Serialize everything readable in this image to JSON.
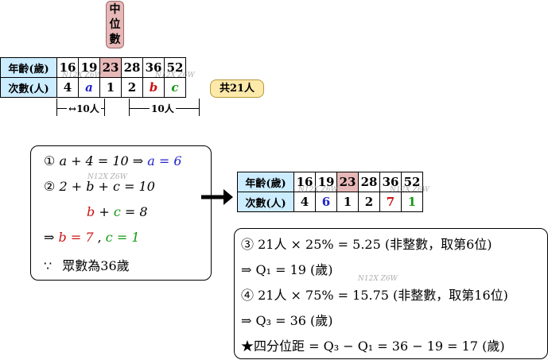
{
  "median_tag": [
    "中",
    "位",
    "數"
  ],
  "table_top": {
    "row1_header": "年齡(歲)",
    "ages": [
      "16",
      "19",
      "23",
      "28",
      "36",
      "52"
    ],
    "row2_header": "次數(人)",
    "counts": [
      "4",
      "a",
      "1",
      "2",
      "b",
      "c"
    ]
  },
  "total_tag": "共21人",
  "span_left": "10人",
  "span_right": "10人",
  "box_left": {
    "line1_num": "①",
    "line1": "a + 4 = 10",
    "line1_implies": "⇒",
    "line1_result": "a = 6",
    "line2_num": "②",
    "line2": "2 + b + c = 10",
    "line3": "b + c = 8",
    "line4_implies": "⇒",
    "line4_b": "b = 7",
    "line4_sep": ",",
    "line4_c": "c = 1",
    "line5_because": "∵",
    "line5": "眾數為36歲"
  },
  "table_bottom": {
    "row1_header": "年齡(歲)",
    "ages": [
      "16",
      "19",
      "23",
      "28",
      "36",
      "52"
    ],
    "row2_header": "次數(人)",
    "counts": [
      "4",
      "6",
      "1",
      "2",
      "7",
      "1"
    ]
  },
  "box_right": {
    "line1": "③  21人 × 25% = 5.25 (非整數，取第6位)",
    "line2": "⇒ Q₁ = 19 (歲)",
    "line3": "④  21人 × 75% = 15.75 (非整數，取第16位)",
    "line4": "⇒ Q₃ = 36 (歲)",
    "line5": "★四分位距 = Q₃ − Q₁ = 36 − 19 = 17 (歲)"
  },
  "watermark": "N12X Z6W",
  "colors": {
    "median_bg": "#e6b8b7",
    "header_bg": "#ccecff",
    "total_bg": "#fde9a9",
    "blue": "#2222cc",
    "red": "#cc1111",
    "green": "#119911"
  }
}
